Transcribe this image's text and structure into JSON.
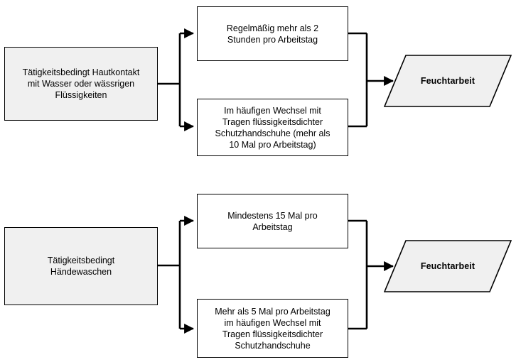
{
  "diagram": {
    "type": "flowchart",
    "language": "de",
    "background_color": "#ffffff",
    "line_color": "#000000",
    "source_fill": "#f0f0f0",
    "condition_fill": "#ffffff",
    "terminator_fill": "#f0f0f0",
    "branches": [
      {
        "id": "branch-wet-contact",
        "source": {
          "label": "Tätigkeitsbedingt Hautkontakt\nmit Wasser oder wässrigen\nFlüssigkeiten"
        },
        "conditions": [
          {
            "label": "Regelmäßig mehr als 2\nStunden pro Arbeitstag"
          },
          {
            "label": "Im häufigen Wechsel mit\nTragen flüssigkeitsdichter\nSchutzhandschuhe (mehr als\n10 Mal pro Arbeitstag)"
          }
        ],
        "result": {
          "label": "Feuchtarbeit"
        }
      },
      {
        "id": "branch-handwashing",
        "source": {
          "label": "Tätigkeitsbedingt\nHändewaschen"
        },
        "conditions": [
          {
            "label": "Mindestens 15 Mal pro\nArbeitstag"
          },
          {
            "label": "Mehr als 5 Mal pro Arbeitstag\nim häufigen Wechsel mit\nTragen flüssigkeitsdichter\nSchutzhandschuhe"
          }
        ],
        "result": {
          "label": "Feuchtarbeit"
        }
      }
    ]
  }
}
